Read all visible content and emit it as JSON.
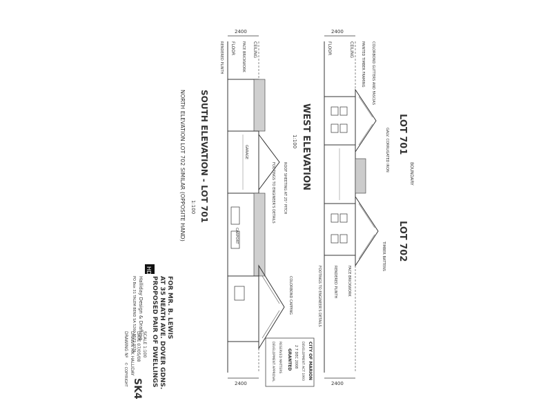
{
  "west_elevation": {
    "title": "WEST ELEVATION",
    "scale": "1:100",
    "lot_left": "LOT 701",
    "lot_right": "LOT 702",
    "dim_top": "2400",
    "dim_bottom": "2400",
    "ceiling": "CEILING",
    "floor": "FLOOR",
    "boundary": "BOUNDARY",
    "notes": [
      "COLORBOND GUTTERS AND FASCIAS",
      "GALV. CORRUGATED IRON",
      "FACE BRICKWORK",
      "TIMBER BATTENS",
      "RENDERED PLINTH",
      "PAINTED TIMBER FRAMING",
      "FOOTINGS TO ENGINEER'S DETAILS"
    ]
  },
  "south_elevation": {
    "title": "SOUTH ELEVATION - LOT 701",
    "scale": "1:100",
    "subtitle": "NORTH ELEVATION LOT 702 SIMILAR (OPPOSITE HAND)",
    "dim_top": "2400",
    "dim_bottom": "2400",
    "ceiling": "CEILING",
    "floor": "FLOOR",
    "notes": [
      "FACE BRICKWORK",
      "RENDERED PLINTH",
      "GARAGE",
      "CARPORT",
      "COLORBOND CAPPING",
      "ROOF SHEETING AT 25° PITCH",
      "FOOTINGS TO ENGINEER'S DETAILS"
    ]
  },
  "title_block": {
    "logo": "HD",
    "project_lines": [
      "PROPOSED PAIR OF DWELLINGS",
      "AT 35 NEATH AVE. DOVER GDNS.",
      "FOR MR. B. LEWIS"
    ],
    "firm": "Halliday Design & Drafting",
    "address": "PO Box 31  TALEM BEND SA 5260  8572 3376",
    "scale": "SCALE 1:100",
    "date": "DATE 07/05/08",
    "drawn": "DRAWN MK HALLIDAY",
    "drawing_no_label": "DRAWING Nº",
    "sheet": "SK4",
    "copyright": "© COPYRIGHT"
  },
  "stamp": {
    "lines": [
      "CITY OF MARION",
      "DEVELOPMENT ACT 1993",
      "2 7 DEC 2008",
      "GRANTED",
      "RESERVED MATTERS",
      "DEVELOPMENT APPROVAL"
    ]
  }
}
